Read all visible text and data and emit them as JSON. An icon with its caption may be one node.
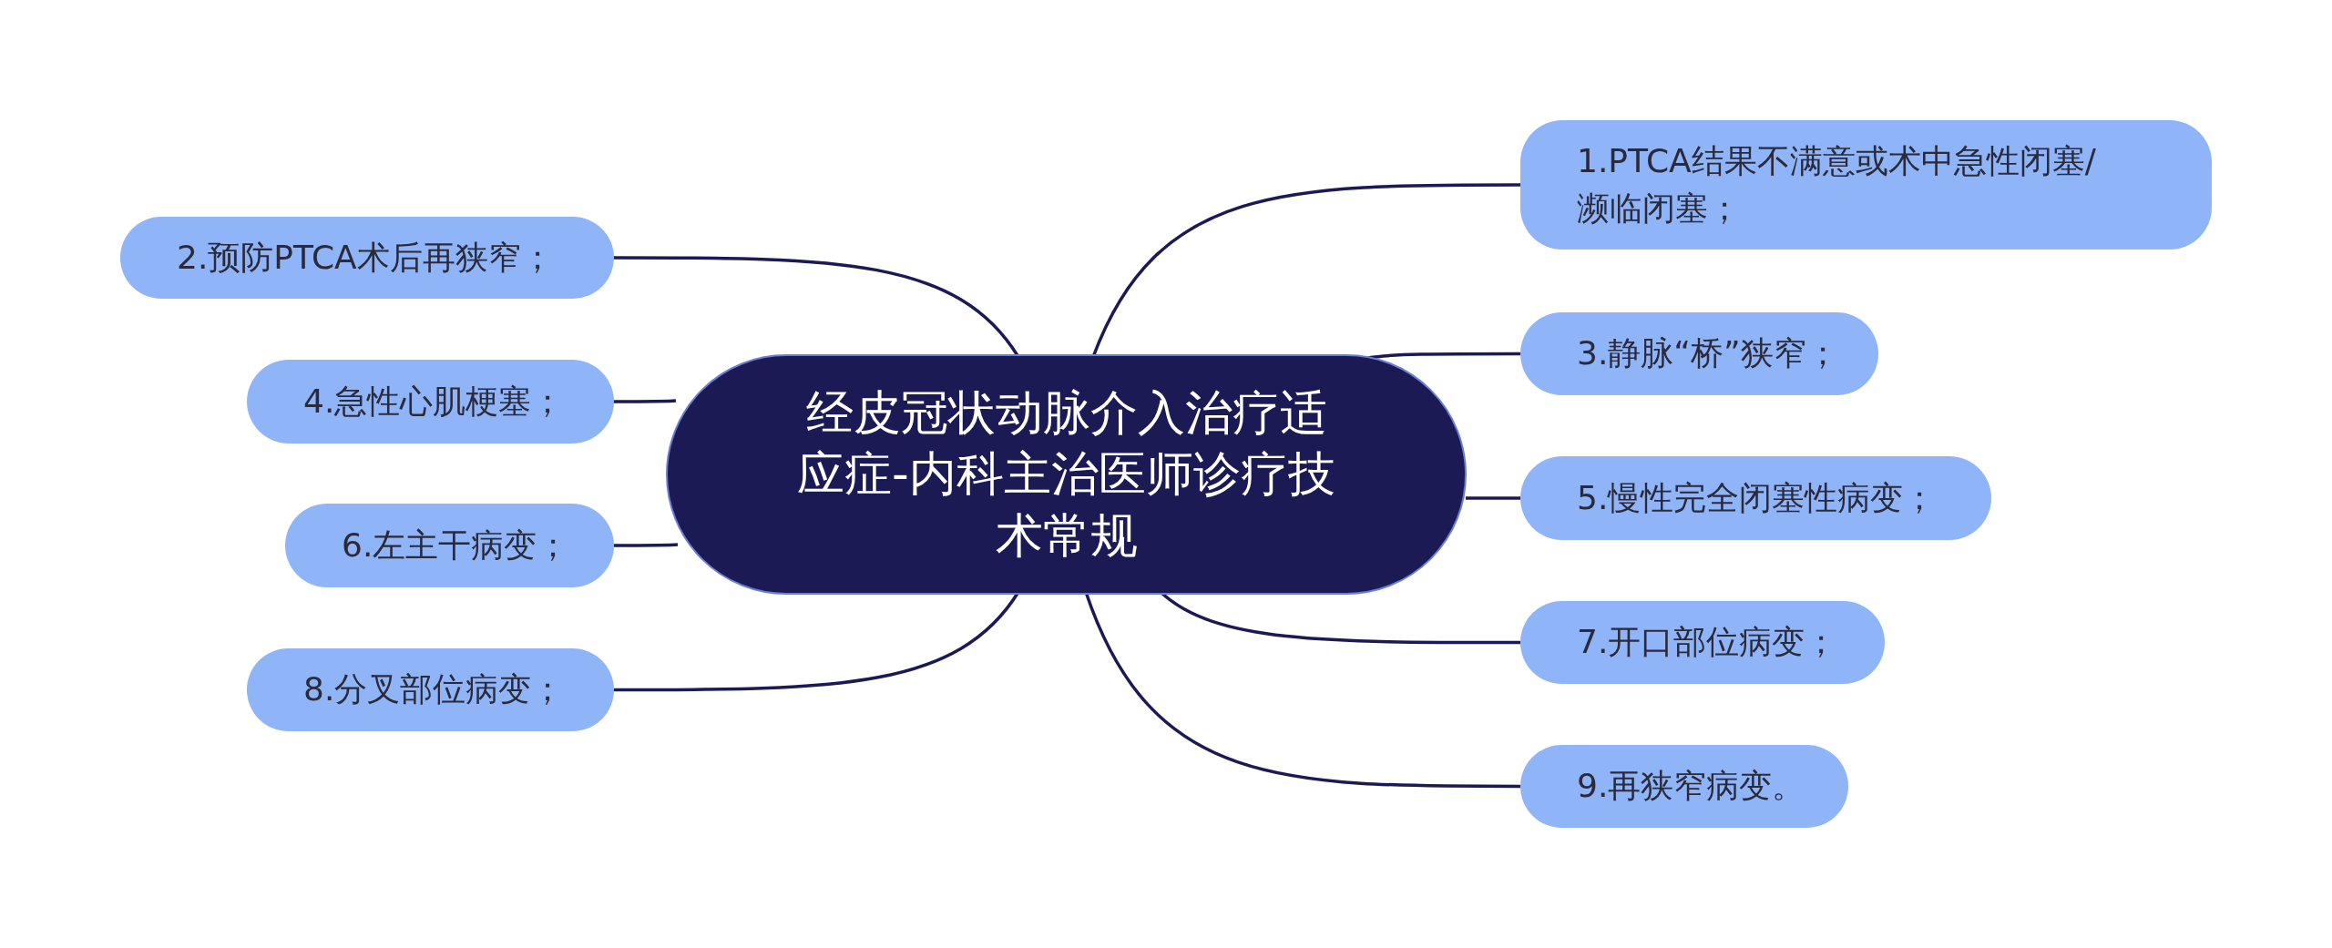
{
  "diagram": {
    "nodes": [
      {
        "text": [
          "经皮冠状动脉介入治疗适应症-内科主治医师诊疗技术常规"
        ]
      },
      {
        "text": [
          "1.PTCA结果不满意或术中急性闭塞/濒临闭塞；"
        ]
      },
      {
        "text": [
          "2.预防PTCA术后再狭窄；"
        ]
      },
      {
        "text": [
          "3.静脉“桥”狭窄；"
        ]
      },
      {
        "text": [
          "4.急性心肌梗塞；"
        ]
      },
      {
        "text": [
          "5.慢性完全闭塞性病变；"
        ]
      },
      {
        "text": [
          "6.左主干病变；"
        ]
      },
      {
        "text": [
          "7.开口部位病变；"
        ]
      },
      {
        "text": [
          "8.分叉部位病变；"
        ]
      },
      {
        "text": [
          "9.再狭窄病变。"
        ]
      }
    ],
    "edges": [
      {
        "from": 0,
        "to": 1,
        "arrow": "none"
      },
      {
        "from": 0,
        "to": 2,
        "arrow": "none"
      },
      {
        "from": 0,
        "to": 3,
        "arrow": "none"
      },
      {
        "from": 0,
        "to": 4,
        "arrow": "none"
      },
      {
        "from": 0,
        "to": 5,
        "arrow": "none"
      },
      {
        "from": 0,
        "to": 6,
        "arrow": "none"
      },
      {
        "from": 0,
        "to": 7,
        "arrow": "none"
      },
      {
        "from": 0,
        "to": 8,
        "arrow": "none"
      },
      {
        "from": 0,
        "to": 9,
        "arrow": "none"
      }
    ]
  }
}
